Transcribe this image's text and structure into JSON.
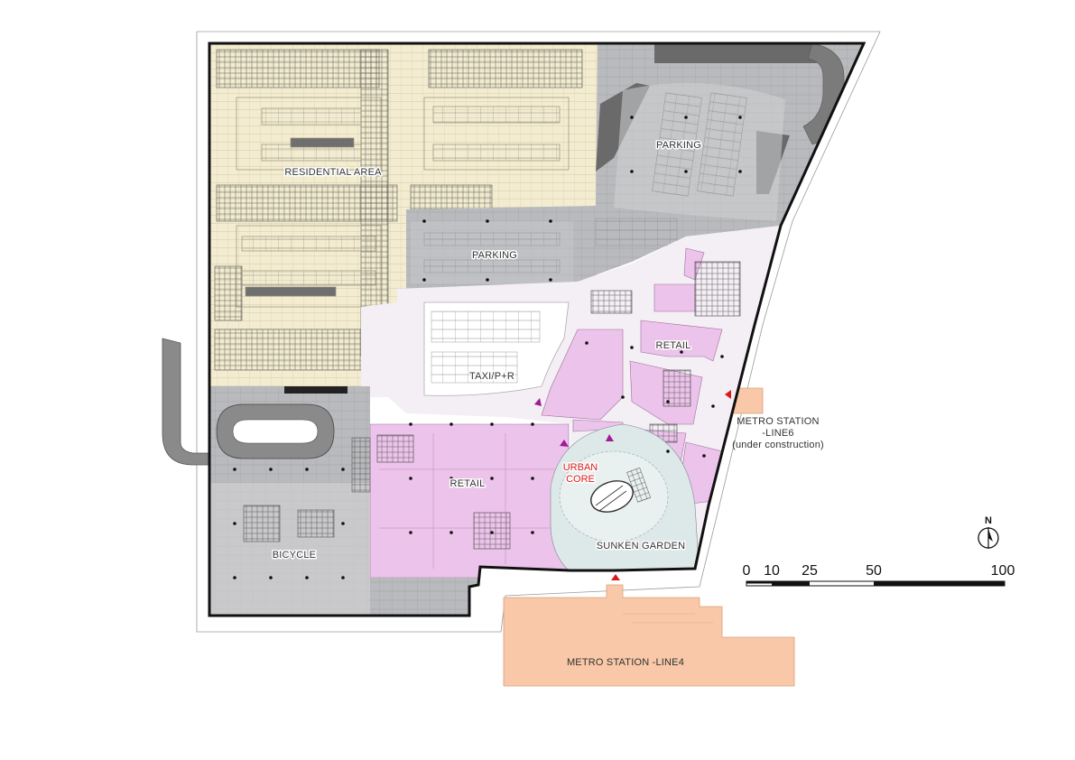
{
  "plan": {
    "labels": {
      "residential": "RESIDENTIAL AREA",
      "parking_ne": "PARKING",
      "parking_center": "PARKING",
      "taxi": "TAXI/P+R",
      "retail_east": "RETAIL",
      "retail_center": "RETAIL",
      "urban_core_1": "URBAN",
      "urban_core_2": "CORE",
      "sunken_garden": "SUNKEN GARDEN",
      "bicycle": "BICYCLE",
      "metro6_1": "METRO STATION",
      "metro6_2": "-LINE6",
      "metro6_3": "(under construction)",
      "metro4": "METRO STATION -LINE4"
    },
    "north_label": "N",
    "scale_bar": {
      "ticks": [
        "0",
        "10",
        "25",
        "50",
        "100"
      ]
    },
    "colors": {
      "residential": "#f3ecd0",
      "parking": "#b8babd",
      "retail": "#ecc3ea",
      "public": "#f4eef5",
      "sunken_garden": "#dde8e8",
      "metro": "#f8c8a8",
      "site_boundary": "#111111",
      "accent_red": "#d81a1a",
      "marker_purple": "#a01a9a"
    }
  }
}
